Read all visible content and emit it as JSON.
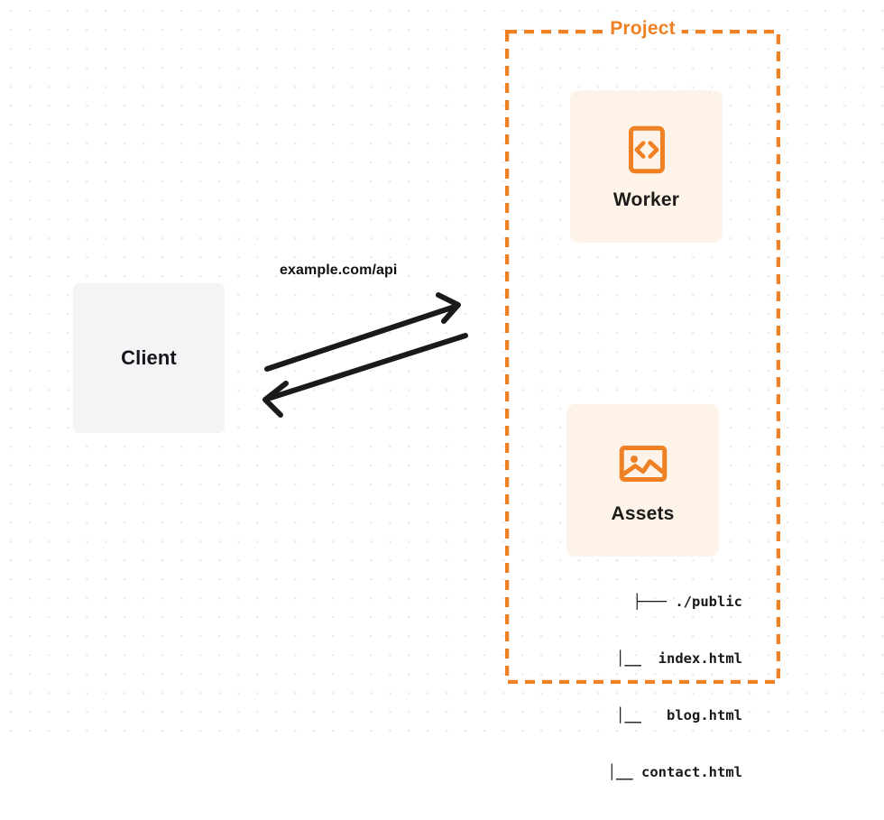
{
  "diagram": {
    "title": "Project",
    "background": {
      "style": "dot-grid",
      "dot_color": "#e9e9ea",
      "page_color": "#ffffff"
    },
    "colors": {
      "accent_orange": "#ef8023",
      "card_background": "#fdf3e9",
      "client_background": "#f3f4f6",
      "text_dark": "#16171a",
      "arrow": "#1a1a1a"
    },
    "client": {
      "label": "Client",
      "icon": "none"
    },
    "connection": {
      "label": "example.com/api",
      "direction": "bidirectional",
      "arrow_out_name": "request-arrow",
      "arrow_in_name": "response-arrow"
    },
    "project": {
      "label": "Project",
      "border_style": "dashed",
      "services": [
        {
          "label": "Worker",
          "icon": "code-brackets-icon"
        },
        {
          "label": "Assets",
          "icon": "image-icon"
        }
      ],
      "file_tree": [
        "├─── ./public",
        "    │__  index.html",
        "    │__   blog.html",
        "    │__ contact.html"
      ]
    }
  }
}
